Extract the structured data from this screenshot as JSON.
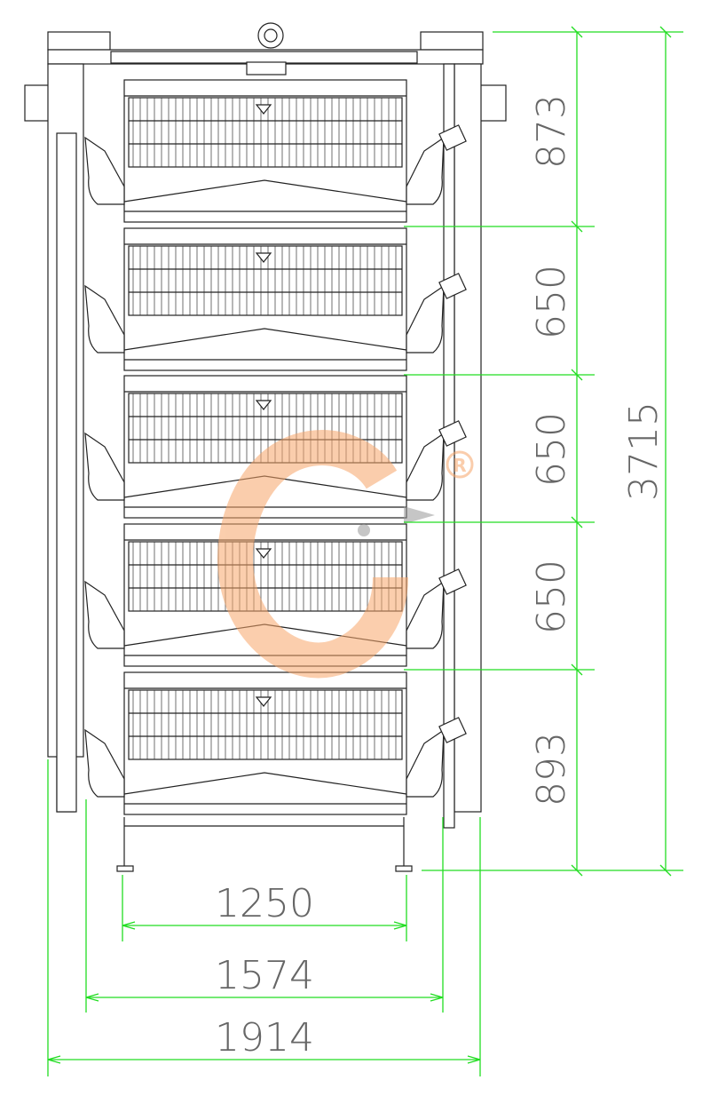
{
  "drawing": {
    "title_hidden": "",
    "tier_count": 5,
    "vertical_dimensions": [
      {
        "label": "873"
      },
      {
        "label": "650"
      },
      {
        "label": "650"
      },
      {
        "label": "650"
      },
      {
        "label": "893"
      }
    ],
    "total_height": "3715",
    "horizontal_dimensions": [
      {
        "label": "1250"
      },
      {
        "label": "1574"
      },
      {
        "label": "1914"
      }
    ],
    "watermark": {
      "mark": "®",
      "color": "#f7a56a"
    },
    "dimension_color": "#22dd22"
  }
}
